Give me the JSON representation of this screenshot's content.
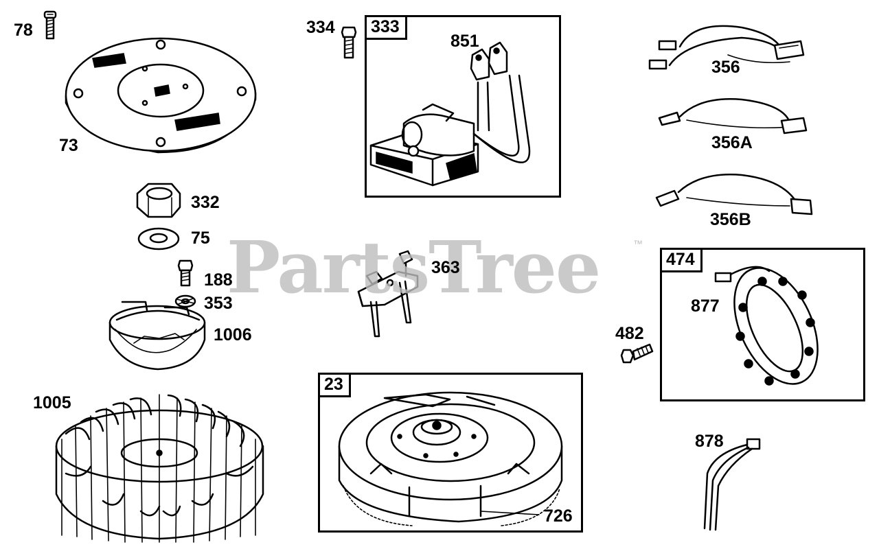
{
  "watermark": {
    "brand": "PartsTree",
    "trademark": "™"
  },
  "boxes": {
    "ignition": "333",
    "flywheel": "23",
    "alternator": "474"
  },
  "labels": {
    "p78": "78",
    "p73": "73",
    "p332": "332",
    "p75": "75",
    "p188": "188",
    "p353": "353",
    "p1006": "1006",
    "p1005": "1005",
    "p334": "334",
    "p851": "851",
    "p363": "363",
    "p726": "726",
    "p356": "356",
    "p356a": "356A",
    "p356b": "356B",
    "p877": "877",
    "p482": "482",
    "p878": "878"
  }
}
